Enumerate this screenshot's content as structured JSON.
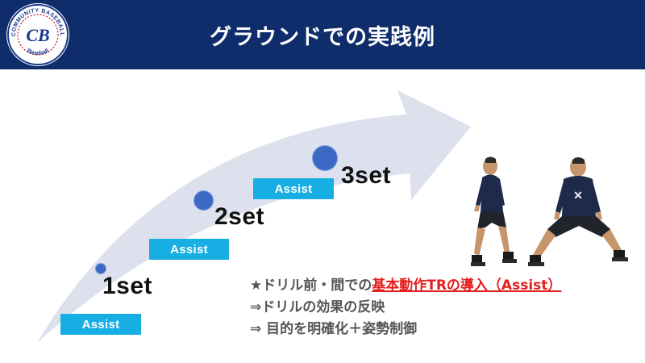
{
  "header": {
    "title": "グラウンドでの実践例",
    "logo": {
      "monogram": "CB",
      "ring_text_top": "COMMUNITY BASEBALL",
      "ring_text_bottom": "Baseball"
    }
  },
  "progression": {
    "steps": [
      {
        "assist_label": "Assist",
        "set_label": "1set"
      },
      {
        "assist_label": "Assist",
        "set_label": "2set"
      },
      {
        "assist_label": "Assist",
        "set_label": "3set"
      }
    ]
  },
  "notes": {
    "line1_prefix": "★ドリル前・間での",
    "line1_highlight": "基本動作TRの導入（Assist）",
    "line2": "⇒ドリルの効果の反映",
    "line3": "⇒ 目的を明確化＋姿勢制御"
  },
  "colors": {
    "header_bg": "#0f2c6b",
    "assist_bg": "#17aee3",
    "dot": "#3d69c6",
    "arrow": "#dde1ee",
    "highlight": "#e41e1e",
    "note_text": "#555555"
  }
}
